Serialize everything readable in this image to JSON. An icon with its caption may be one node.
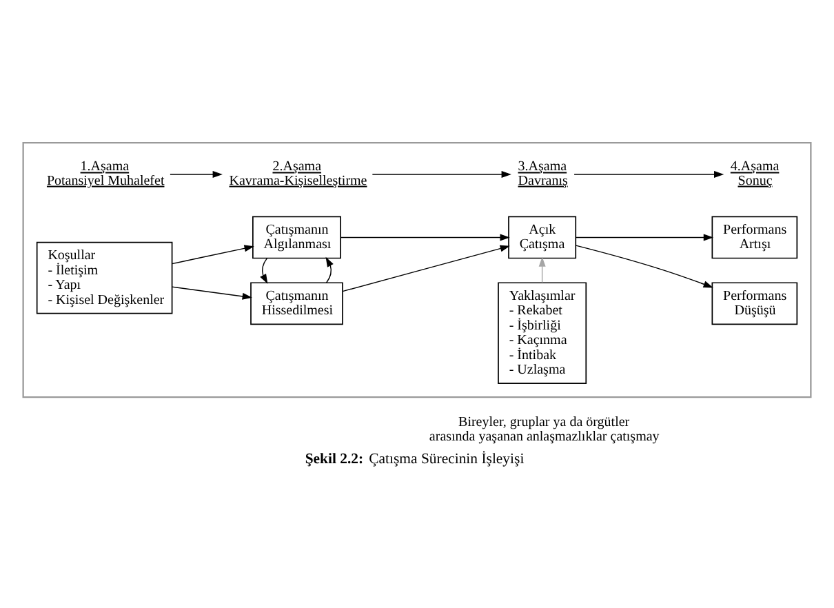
{
  "diagram": {
    "caption": "**Şekil 2.2:** Çatışma Sürecinin İşleyişi",
    "nodes": [
      {
        "text": [],
        "shape": "box"
      },
      {
        "text": [
          "1.Aşama",
          "Potansiyel Muhalefet"
        ],
        "in": 0
      },
      {
        "text": [
          "2.Aşama",
          "Kavrama-Kişiselleştirme"
        ],
        "in": 0
      },
      {
        "text": [
          "3.Aşama",
          "Davranış"
        ],
        "in": 0
      },
      {
        "text": [
          "4.Aşama",
          "Sonuç"
        ],
        "in": 0
      },
      {
        "text": [
          "Koşullar",
          "- İletişim",
          "- Yapı",
          "- Kişisel Değişkenler"
        ],
        "in": 0
      },
      {
        "text": [
          "Çatışmanın Algılanması"
        ],
        "in": 0
      },
      {
        "text": [
          "Çatışmanın Hissedilmesi"
        ],
        "in": 0
      },
      {
        "text": [
          "Açık Çatışma"
        ],
        "in": 0
      },
      {
        "text": [
          "Yaklaşımlar",
          "- Rekabet",
          "- İşbirliği",
          "- Kaçınma",
          "- İntibak",
          "- Uzlaşma"
        ],
        "in": 0
      },
      {
        "text": [
          "Performans Artışı"
        ],
        "in": 0
      },
      {
        "text": [
          "Performans Düşüşü"
        ],
        "in": 0
      }
    ],
    "edges": [
      {
        "from": 1,
        "to": 2,
        "arrow": "to"
      },
      {
        "from": 2,
        "to": 3,
        "arrow": "to"
      },
      {
        "from": 3,
        "to": 4,
        "arrow": "to"
      },
      {
        "from": 5,
        "to": 6,
        "arrow": "to"
      },
      {
        "from": 5,
        "to": 7,
        "arrow": "to"
      },
      {
        "from": 7,
        "to": 6,
        "arrow": "to"
      },
      {
        "from": 6,
        "to": 7,
        "arrow": "to"
      },
      {
        "from": 6,
        "to": 8,
        "arrow": "to"
      },
      {
        "from": 7,
        "to": 8,
        "arrow": "to"
      },
      {
        "from": 9,
        "to": 8,
        "arrow": "to",
        "color": "#a6a6a6"
      },
      {
        "from": 8,
        "to": 10,
        "arrow": "to"
      },
      {
        "from": 8,
        "to": 11,
        "arrow": "to"
      }
    ],
    "labels": [
      "Bireyler, gruplar ya da örgütler arasında yaşanan anlaşmazlıklar çatışmay"
    ]
  }
}
